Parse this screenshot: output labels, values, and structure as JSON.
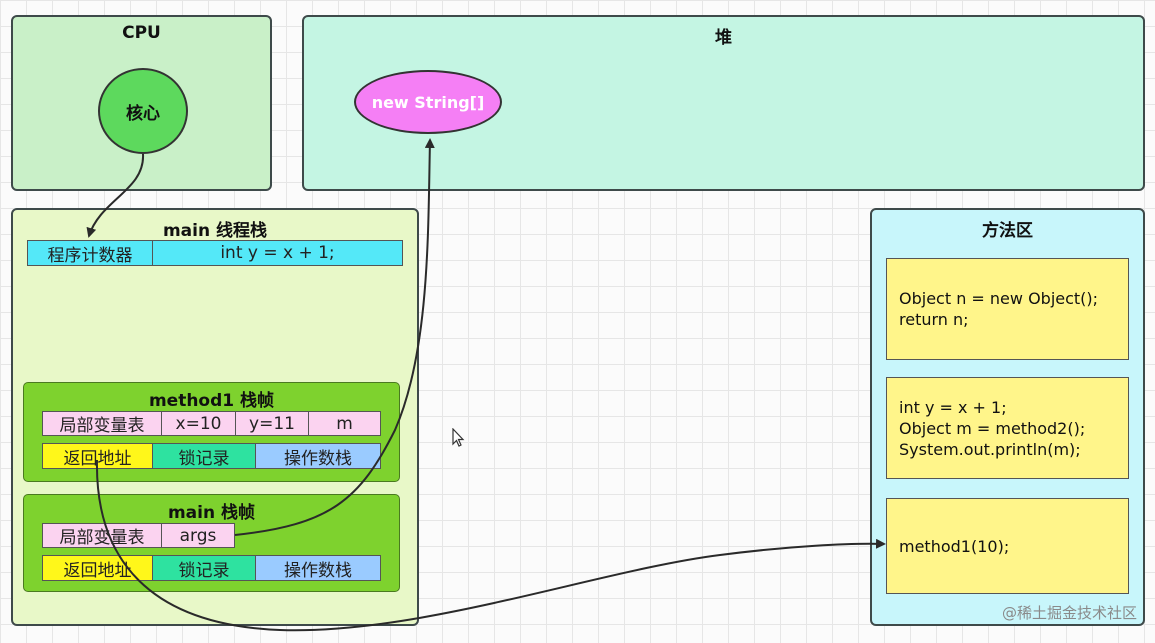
{
  "cpu": {
    "title": "CPU",
    "core": "核心"
  },
  "heap": {
    "title": "堆",
    "object": "new String[]"
  },
  "thread_stack": {
    "title": "main 线程栈",
    "program_counter": {
      "label": "程序计数器",
      "value": "int y = x + 1;"
    },
    "frames": [
      {
        "title": "method1 栈帧",
        "locals": {
          "label": "局部变量表",
          "slots": [
            "x=10",
            "y=11",
            "m"
          ]
        },
        "return_address": "返回地址",
        "lock_record": "锁记录",
        "operand_stack": "操作数栈"
      },
      {
        "title": "main 栈帧",
        "locals": {
          "label": "局部变量表",
          "slots": [
            "args"
          ]
        },
        "return_address": "返回地址",
        "lock_record": "锁记录",
        "operand_stack": "操作数栈"
      }
    ]
  },
  "method_area": {
    "title": "方法区",
    "blocks": [
      {
        "lines": [
          "Object n = new Object();",
          "return n;"
        ]
      },
      {
        "lines": [
          "int y = x + 1;",
          "Object m = method2();",
          "System.out.println(m);"
        ]
      },
      {
        "lines": [
          "method1(10);"
        ]
      }
    ]
  },
  "watermark": "@稀土掘金技术社区",
  "colors": {
    "cpu_bg": "#c9f0c8",
    "heap_bg": "#c4f5e3",
    "stack_bg": "#e8f8c8",
    "method_area_bg": "#c8f6fb",
    "frame_bg": "#7ed22e",
    "object_bg": "#f57ff5",
    "core_bg": "#5dd95d"
  }
}
